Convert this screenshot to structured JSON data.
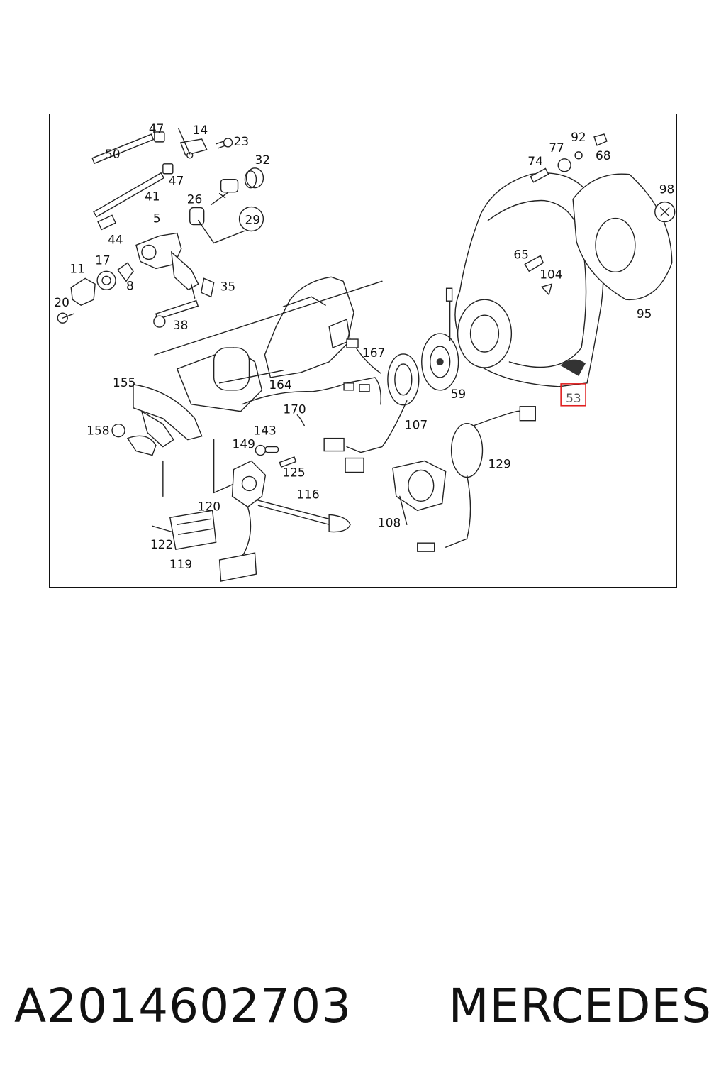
{
  "diagram": {
    "callouts": [
      "47",
      "14",
      "23",
      "50",
      "32",
      "47",
      "41",
      "26",
      "29",
      "5",
      "44",
      "17",
      "11",
      "8",
      "20",
      "35",
      "38",
      "155",
      "158",
      "164",
      "167",
      "170",
      "143",
      "149",
      "125",
      "120",
      "116",
      "122",
      "119",
      "107",
      "59",
      "108",
      "129",
      "92",
      "77",
      "68",
      "74",
      "98",
      "65",
      "104",
      "95",
      "53"
    ],
    "highlighted_callout": "53"
  },
  "footer": {
    "part_number": "A2014602703",
    "brand": "MERCEDES"
  },
  "colors": {
    "highlight": "#e02020",
    "line": "#222222"
  }
}
